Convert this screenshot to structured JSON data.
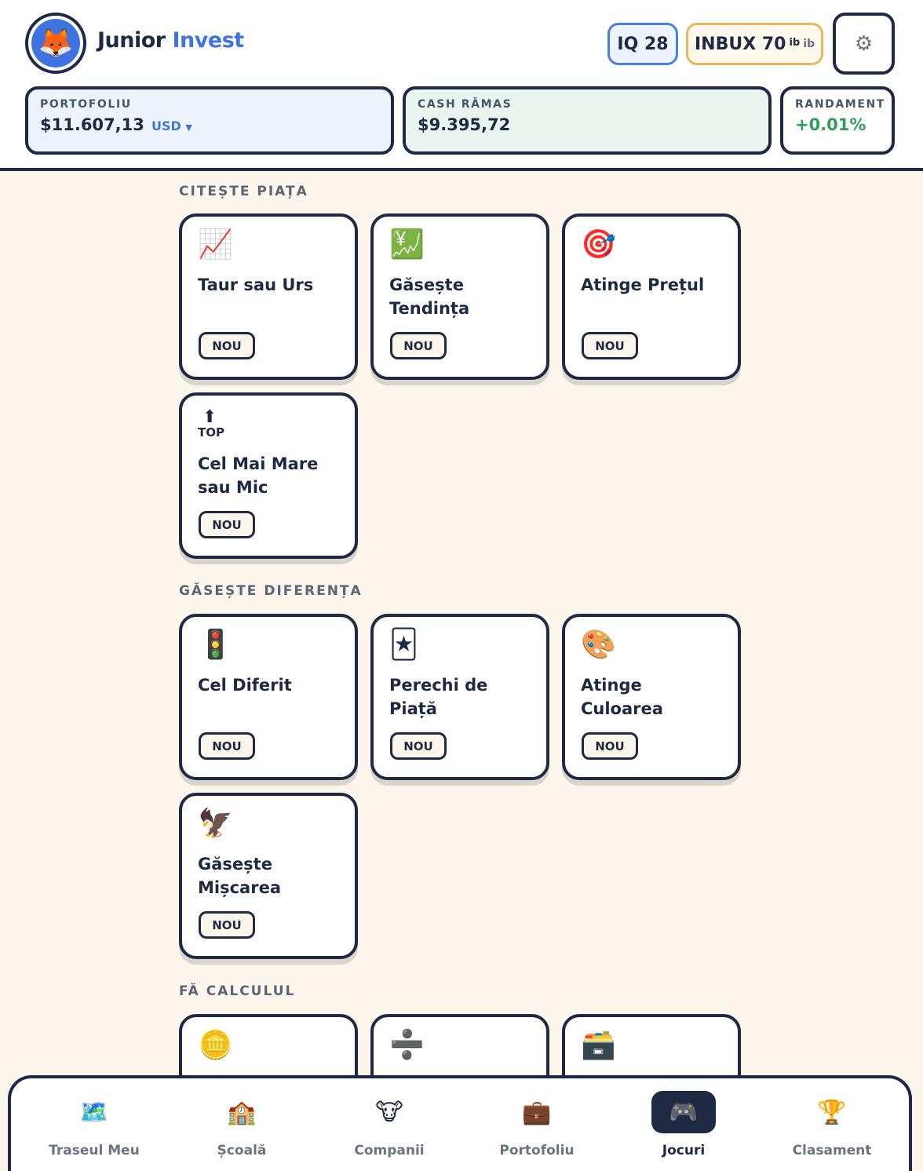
{
  "header": {
    "brand_first": "Junior",
    "brand_second": "Invest",
    "avatar_icon": "fox-icon",
    "iq_label": "IQ 28",
    "inbux_label": "INBUX 70",
    "inbux_sup": "ib",
    "inbux_suffix": "ib",
    "settings_icon": "gear-icon"
  },
  "stats": {
    "portfolio": {
      "label": "PORTOFOLIU",
      "value": "$11.607,13",
      "currency": "USD"
    },
    "cash": {
      "label": "CASH RĂMAS",
      "value": "$9.395,72"
    },
    "return": {
      "label": "RANDAMENT",
      "value": "+0.01%"
    }
  },
  "sections": [
    {
      "title": "CITEȘTE PIAȚA",
      "cards": [
        {
          "icon": "📈",
          "title": "Taur sau Urs",
          "badge": "NOU"
        },
        {
          "icon": "💹",
          "title": "Găsește Tendința",
          "badge": "NOU"
        },
        {
          "icon": "🎯",
          "title": "Atinge Prețul",
          "badge": "NOU"
        },
        {
          "icon_text": "TOP",
          "title": "Cel Mai Mare sau Mic",
          "badge": "NOU"
        }
      ]
    },
    {
      "title": "GĂSEȘTE DIFERENȚA",
      "cards": [
        {
          "icon": "🚦",
          "title": "Cel Diferit",
          "badge": "NOU"
        },
        {
          "icon": "🃏",
          "title": "Perechi de Piață",
          "badge": "NOU"
        },
        {
          "icon": "🎨",
          "title": "Atinge Culoarea",
          "badge": "NOU"
        },
        {
          "icon": "🦅",
          "title": "Găsește Mișcarea",
          "badge": "NOU"
        }
      ]
    },
    {
      "title": "FĂ CALCULUL",
      "cards": [
        {
          "icon": "🪙"
        },
        {
          "icon": "➗"
        },
        {
          "icon": "🗃️"
        }
      ]
    }
  ],
  "nav": [
    {
      "icon": "🗺️",
      "label": "Traseul Meu"
    },
    {
      "icon": "🏫",
      "label": "Școală"
    },
    {
      "icon": "🐮",
      "label": "Companii"
    },
    {
      "icon": "💼",
      "label": "Portofoliu"
    },
    {
      "icon": "🎮",
      "label": "Jocuri",
      "active": true
    },
    {
      "icon": "🏆",
      "label": "Clasament"
    }
  ]
}
